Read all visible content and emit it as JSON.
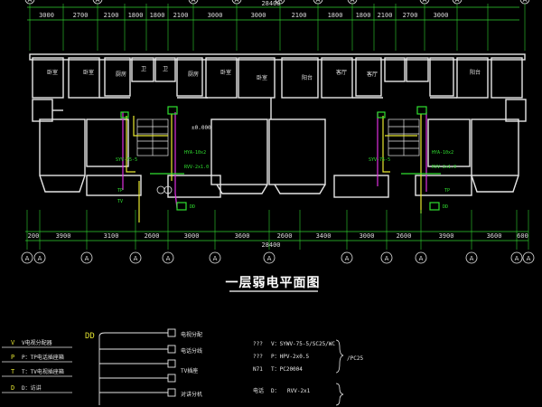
{
  "drawing": {
    "title": "一层弱电平面图",
    "total_dimension_top": "28400",
    "total_dimension_bottom": "28400",
    "top_dimensions": [
      "3000",
      "2700",
      "2100",
      "1800",
      "1800",
      "2100",
      "3000",
      "3000",
      "2100",
      "1800",
      "1800",
      "2100",
      "2700",
      "3000"
    ],
    "bottom_dimensions": [
      "200",
      "3900",
      "3100",
      "2600",
      "3000",
      "3600",
      "2600",
      "3400",
      "3000",
      "2600",
      "3900",
      "3600",
      "600"
    ],
    "axis_label": "A",
    "level_mark": "±0.000",
    "room_labels": [
      "卧室",
      "卧室",
      "厨房",
      "卫",
      "卫",
      "厨房",
      "卧室",
      "卧室",
      "阳台",
      "客厅",
      "客厅",
      "阳台"
    ],
    "riser_labels": [
      "SYV-75-5",
      "HYA-10x2",
      "RVV-2x1.0"
    ],
    "box_labels": [
      "TP",
      "TV",
      "DD"
    ]
  },
  "legend_left": {
    "header": "DD",
    "rows": [
      {
        "letter": "V",
        "text": "V电视分配器"
      },
      {
        "letter": "P",
        "text": "P：TP电话插座箱"
      },
      {
        "letter": "T",
        "text": "T：TV电视插座箱"
      },
      {
        "letter": "D",
        "text": "D：访讲"
      }
    ],
    "branch_labels": [
      "电视分配",
      "电话分线",
      "TV插座",
      "对讲分机"
    ]
  },
  "legend_right": {
    "rows": [
      {
        "code": "???",
        "text": "V：SYWV-75-5/SC25/WC"
      },
      {
        "code": "???",
        "text": "P：HPV-2x0.5"
      },
      {
        "code": "N71",
        "text": "T：PC20004"
      }
    ],
    "brace_text": "/PC25",
    "last_row": {
      "code": "电话",
      "mid": "D：",
      "text": "RVV-2x1"
    }
  },
  "colors": {
    "background": "#000000",
    "walls": "#e6e6e6",
    "dimension": "#30d030",
    "riser_green": "#30e030",
    "riser_yellow": "#e8e830",
    "riser_magenta": "#e030e0",
    "riser_red": "#e03030",
    "legend_yellow": "#e0e030"
  }
}
